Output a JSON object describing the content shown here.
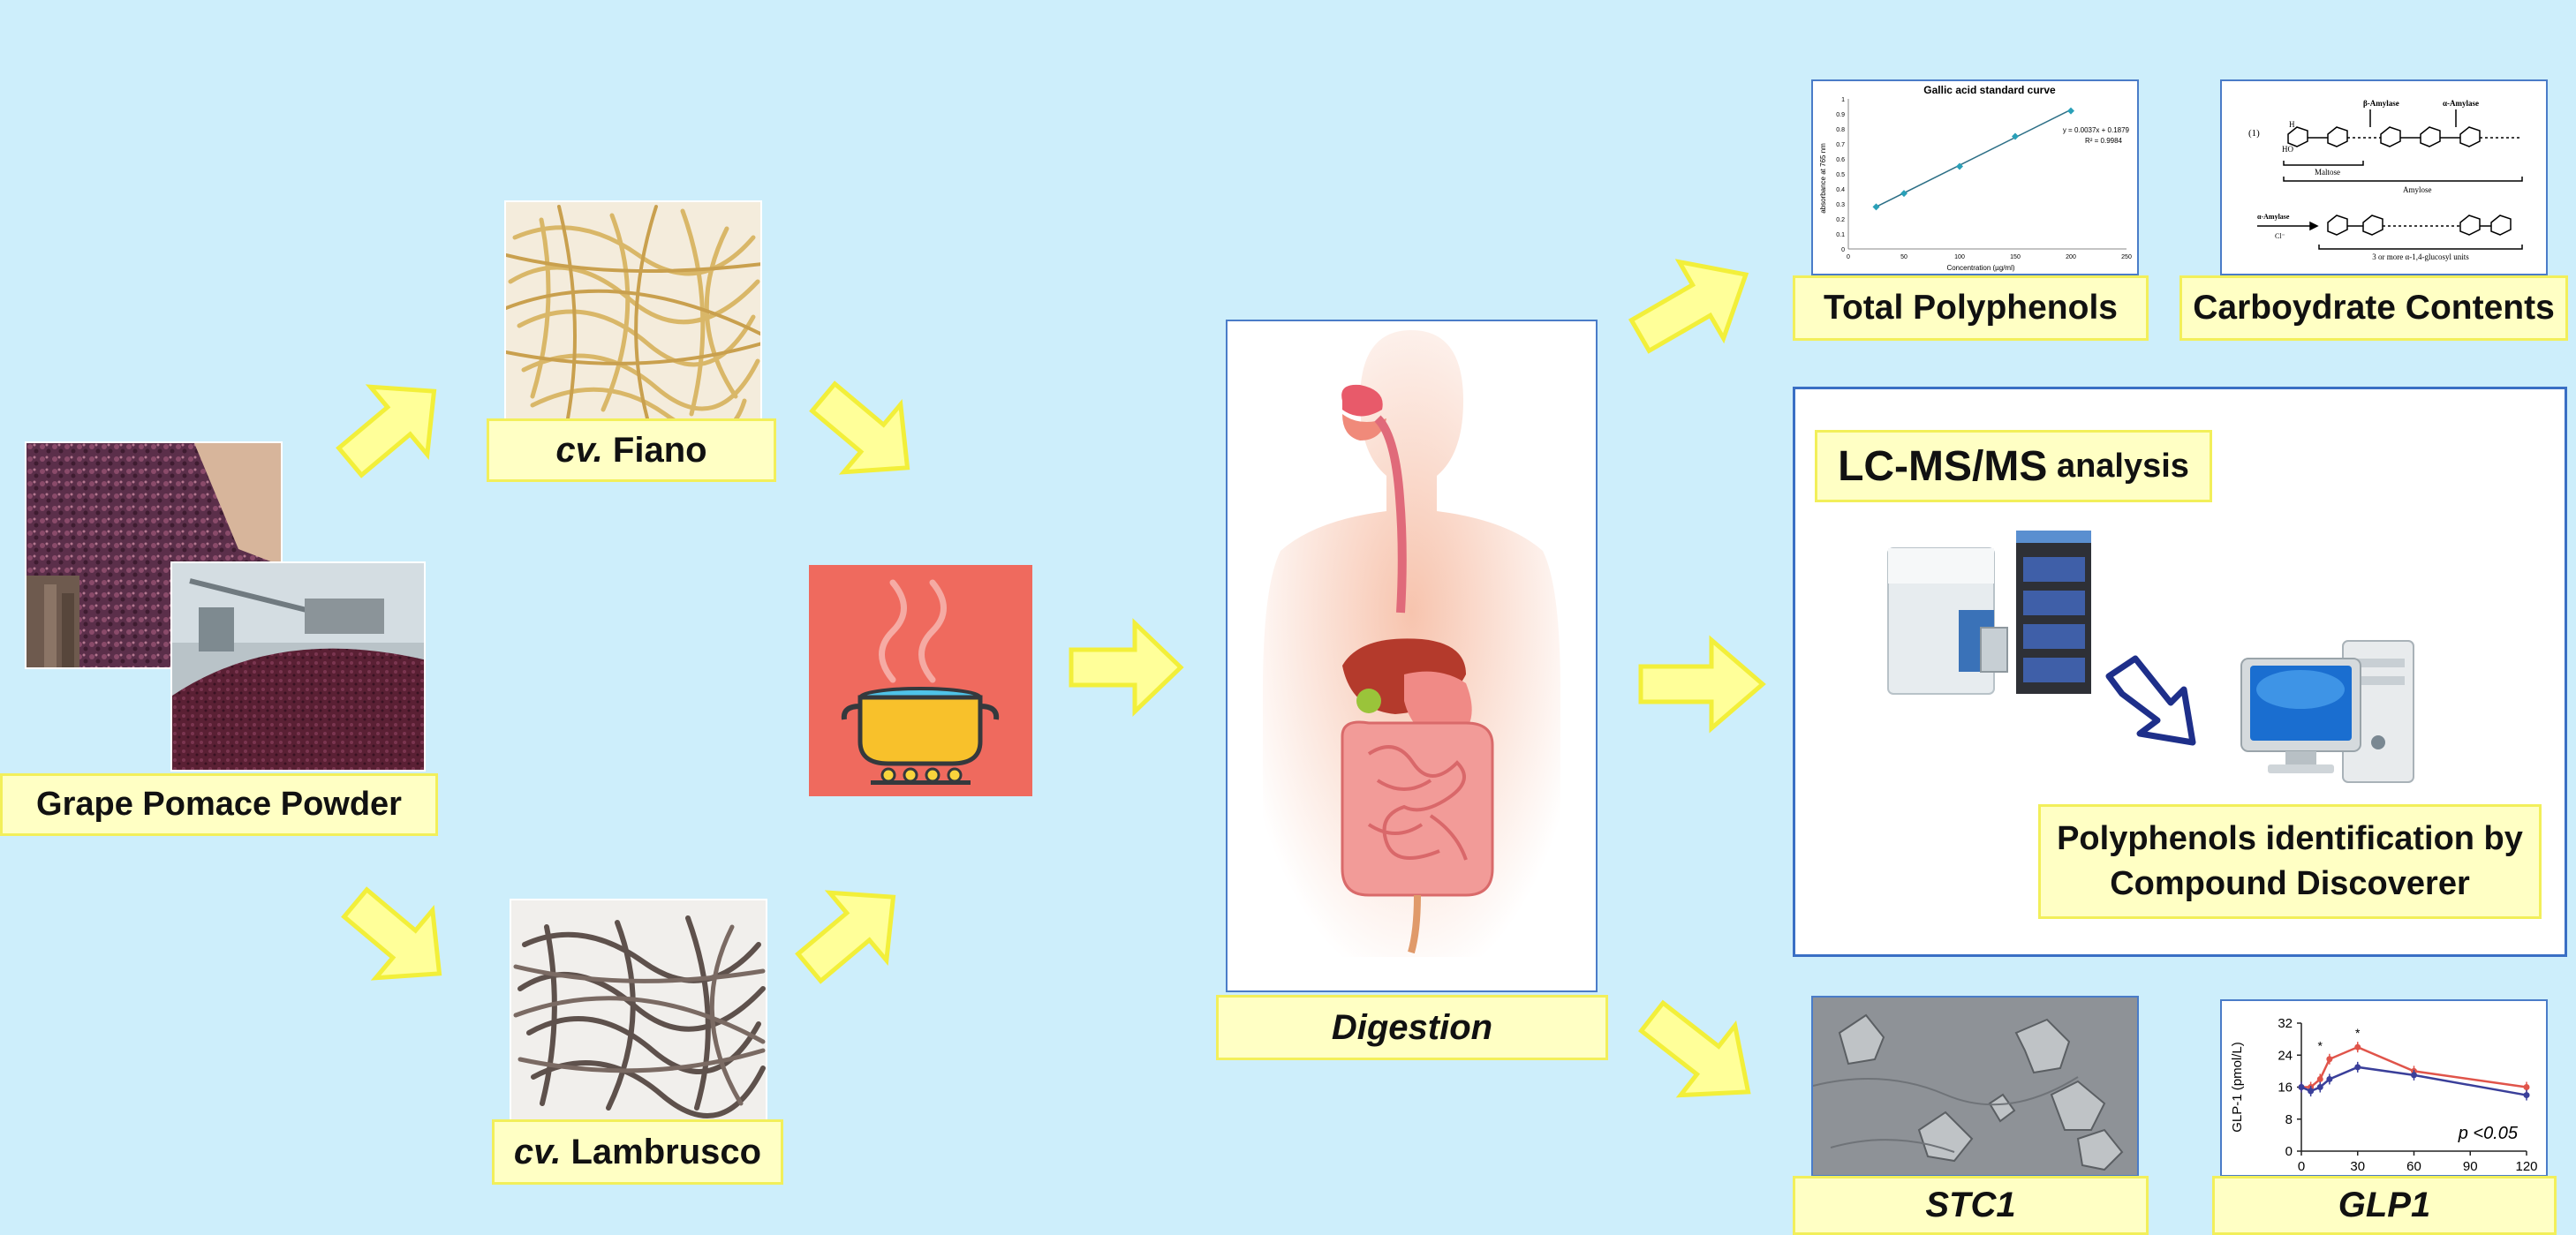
{
  "labels": {
    "grape_pomace": "Grape Pomace Powder",
    "fiano_prefix": "cv.",
    "fiano_name": "Fiano",
    "lambrusco_prefix": "cv.",
    "lambrusco_name": "Lambrusco",
    "digestion": "Digestion",
    "total_polyphenols": "Total Polyphenols",
    "carbohydrate_contents": "Carboydrate Contents",
    "lcms_bold": "LC-MS/MS",
    "lcms_rest": "analysis",
    "compound_discoverer_line1": "Polyphenols identification by",
    "compound_discoverer_line2": "Compound Discoverer",
    "stc1": "STC1",
    "glp1": "GLP1"
  },
  "gallic_chart": {
    "title": "Gallic acid standard curve",
    "ylabel": "absorbance at 765 nm",
    "xlabel": "Concentration (µg/ml)",
    "equation": "y = 0.0037x + 0.1879",
    "r2": "R² = 0.9984",
    "yticks": [
      "0",
      "0.1",
      "0.2",
      "0.3",
      "0.4",
      "0.5",
      "0.6",
      "0.7",
      "0.8",
      "0.9",
      "1"
    ],
    "xticks": [
      "0",
      "50",
      "100",
      "150",
      "200",
      "250"
    ]
  },
  "amylose_diagram": {
    "beta_amylase": "β-Amylase",
    "alpha_amylase": "α-Amylase",
    "maltose": "Maltose",
    "amylose": "Amylose",
    "index": "(1)",
    "alpha_amylase_cl": "α-Amylase",
    "cl": "Cl⁻",
    "units": "3 or more α-1,4-glucosyl units"
  },
  "chart_data": [
    {
      "type": "scatter",
      "title": "Gallic acid standard curve",
      "xlabel": "Concentration (µg/ml)",
      "ylabel": "absorbance at 765 nm",
      "xlim": [
        0,
        250
      ],
      "ylim": [
        0,
        1
      ],
      "x": [
        25,
        50,
        100,
        150,
        200
      ],
      "y": [
        0.28,
        0.37,
        0.55,
        0.75,
        0.92
      ],
      "annotations": [
        "y = 0.0037x + 0.1879",
        "R² = 0.9984"
      ]
    },
    {
      "type": "line",
      "ylabel": "GLP-1 (pmol/L)",
      "xticks": [
        "0",
        "30",
        "60",
        "90",
        "120"
      ],
      "yticks": [
        "0",
        "8",
        "16",
        "24",
        "32"
      ],
      "xlim": [
        0,
        120
      ],
      "ylim": [
        0,
        32
      ],
      "annotation": "p <0.05",
      "series": [
        {
          "color": "#e0544a",
          "x": [
            0,
            5,
            10,
            15,
            30,
            60,
            120
          ],
          "y": [
            16,
            16,
            18,
            23,
            26,
            20,
            16
          ]
        },
        {
          "color": "#3a3f9a",
          "x": [
            0,
            5,
            10,
            15,
            30,
            60,
            120
          ],
          "y": [
            16,
            15,
            16,
            18,
            21,
            19,
            14
          ]
        }
      ]
    }
  ]
}
